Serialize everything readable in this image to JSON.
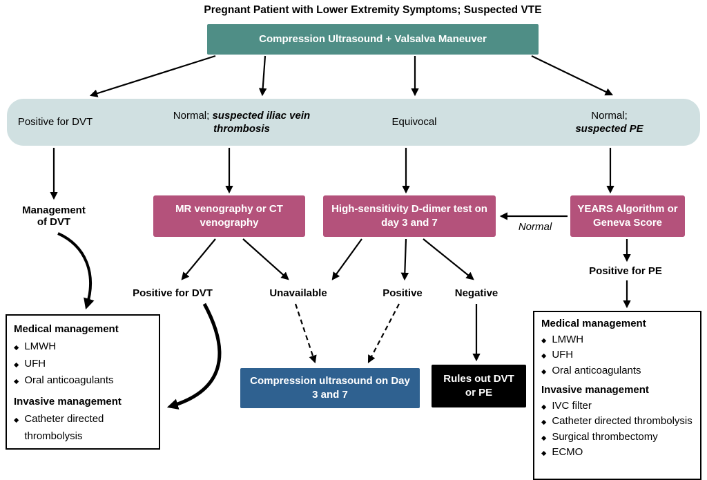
{
  "title": "Pregnant Patient with Lower Extremity Symptoms; Suspected VTE",
  "colors": {
    "teal": "#4f8e86",
    "band": "#d0e0e1",
    "pink": "#b4527b",
    "blue": "#2f6190",
    "black_box": "#000000"
  },
  "icons": {
    "bullet": "◆"
  },
  "root_node": {
    "label": "Compression Ultrasound + Valsalva Maneuver"
  },
  "outcomes_band": {
    "positive_dvt": "Positive for DVT",
    "iliac": {
      "prefix": "Normal; ",
      "italic": "suspected iliac vein thrombosis"
    },
    "equivocal": "Equivocal",
    "pe": {
      "prefix": "Normal;",
      "italic": "suspected PE"
    }
  },
  "management_dvt_label": "Management of DVT",
  "nodes": {
    "mr_venography": "MR venography or CT venography",
    "d_dimer": "High-sensitivity D-dimer test on day 3 and 7",
    "years": "YEARS Algorithm or Geneva Score",
    "compression_us": "Compression ultrasound on Day 3 and 7",
    "rules_out": "Rules out DVT or PE"
  },
  "edge_labels": {
    "positive_for_dvt": "Positive for DVT",
    "unavailable": "Unavailable",
    "positive": "Positive",
    "negative": "Negative",
    "normal": "Normal",
    "positive_for_pe": "Positive for PE"
  },
  "dvt_management_box": {
    "medical_heading": "Medical management",
    "medical_items": [
      "LMWH",
      "UFH",
      "Oral anticoagulants"
    ],
    "invasive_heading": "Invasive management",
    "invasive_items": [
      "Catheter directed thrombolysis"
    ]
  },
  "pe_management_box": {
    "medical_heading": "Medical management",
    "medical_items": [
      "LMWH",
      "UFH",
      "Oral anticoagulants"
    ],
    "invasive_heading": "Invasive management",
    "invasive_items": [
      "IVC filter",
      "Catheter directed thrombolysis",
      "Surgical thrombectomy",
      "ECMO"
    ]
  }
}
